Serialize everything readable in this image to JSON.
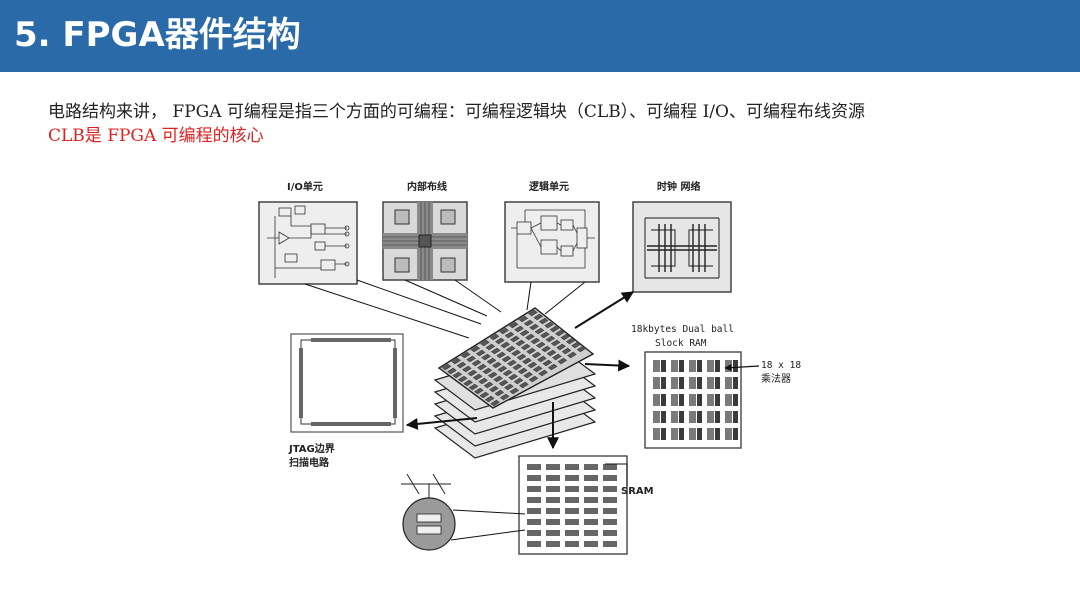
{
  "header": {
    "title": "5. FPGA器件结构",
    "bg_color": "#2a6aa8"
  },
  "body_text": {
    "line1": "电路结构来讲， FPGA 可编程是指三个方面的可编程：可编程逻辑块（CLB）、可编程 I/O、可编程布线资源",
    "line2": "CLB是  FPGA 可编程的核心",
    "highlight_color": "#e02020"
  },
  "figure": {
    "panels": {
      "io": "I/O单元",
      "routing": "内部布线",
      "logic": "逻辑单元",
      "clock": "时钟  网络"
    },
    "ram_label_1": "18kbytes Dual ball",
    "ram_label_2": "Slock RAM",
    "mult_label_1": "18 x 18",
    "mult_label_2": "乘法器",
    "jtag_label_1": "JTAG边界",
    "jtag_label_2": "扫描电路",
    "sram_label": "SRAM"
  }
}
